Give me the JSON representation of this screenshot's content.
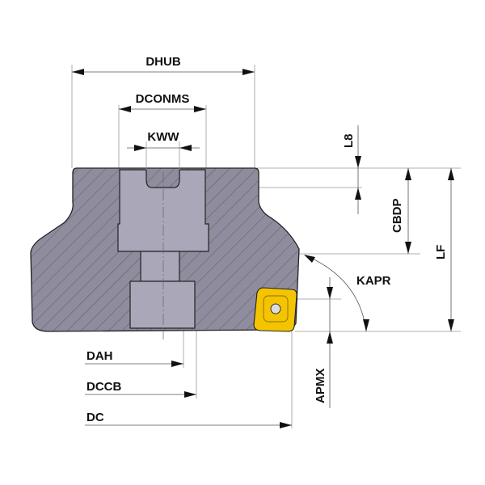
{
  "diagram": {
    "title": "Face mill dimension drawing",
    "colors": {
      "body": "#8f8d9d",
      "bore": "#a9a7b8",
      "insert": "#f5c400",
      "hatch": "#5c5a6a",
      "line": "#555555"
    },
    "labels": {
      "dhub": "DHUB",
      "dconms": "DCONMS",
      "kww": "KWW",
      "l8": "L8",
      "cbdp": "CBDP",
      "lf": "LF",
      "kapr": "KAPR",
      "apmx": "APMX",
      "dah": "DAH",
      "dccb": "DCCB",
      "dc": "DC"
    }
  }
}
